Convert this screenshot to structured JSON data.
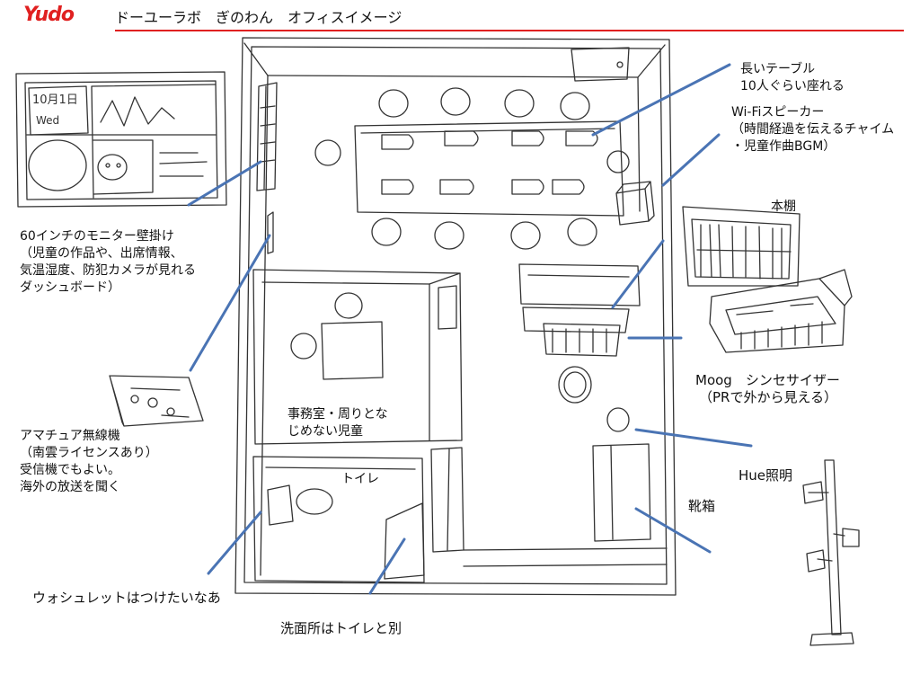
{
  "header": {
    "logo": "Yudo",
    "title": "ドーユーラボ　ぎのわん　オフィスイメージ"
  },
  "labels": {
    "table": [
      "長いテーブル",
      "10人ぐらい座れる"
    ],
    "speaker": [
      "Wi-Fiスピーカー",
      "（時間経過を伝えるチャイム",
      "・児童作曲BGM）"
    ],
    "bookshelf": "本棚",
    "monitor": [
      "60インチのモニター壁掛け",
      "（児童の作品や、出席情報、",
      "気温湿度、防犯カメラが見れる",
      "ダッシュボード）"
    ],
    "moog": [
      "Moog　シンセサイザー",
      "（PRで外から見える）"
    ],
    "radio": [
      "アマチュア無線機",
      "（南雲ライセンスあり）",
      "受信機でもよい。",
      "海外の放送を聞く"
    ],
    "office": [
      "事務室・周りとな",
      "じめない児童"
    ],
    "toilet": "トイレ",
    "hue": "Hue照明",
    "shoebox": "靴箱",
    "washlet": "ウォシュレットはつけたいなあ",
    "washroom": "洗面所はトイレと別"
  },
  "monitor_sketch": {
    "date": "10月1日",
    "day": "Wed"
  },
  "colors": {
    "brand": "#e02020",
    "leader": "#4a74b4",
    "sketch": "#333333"
  }
}
